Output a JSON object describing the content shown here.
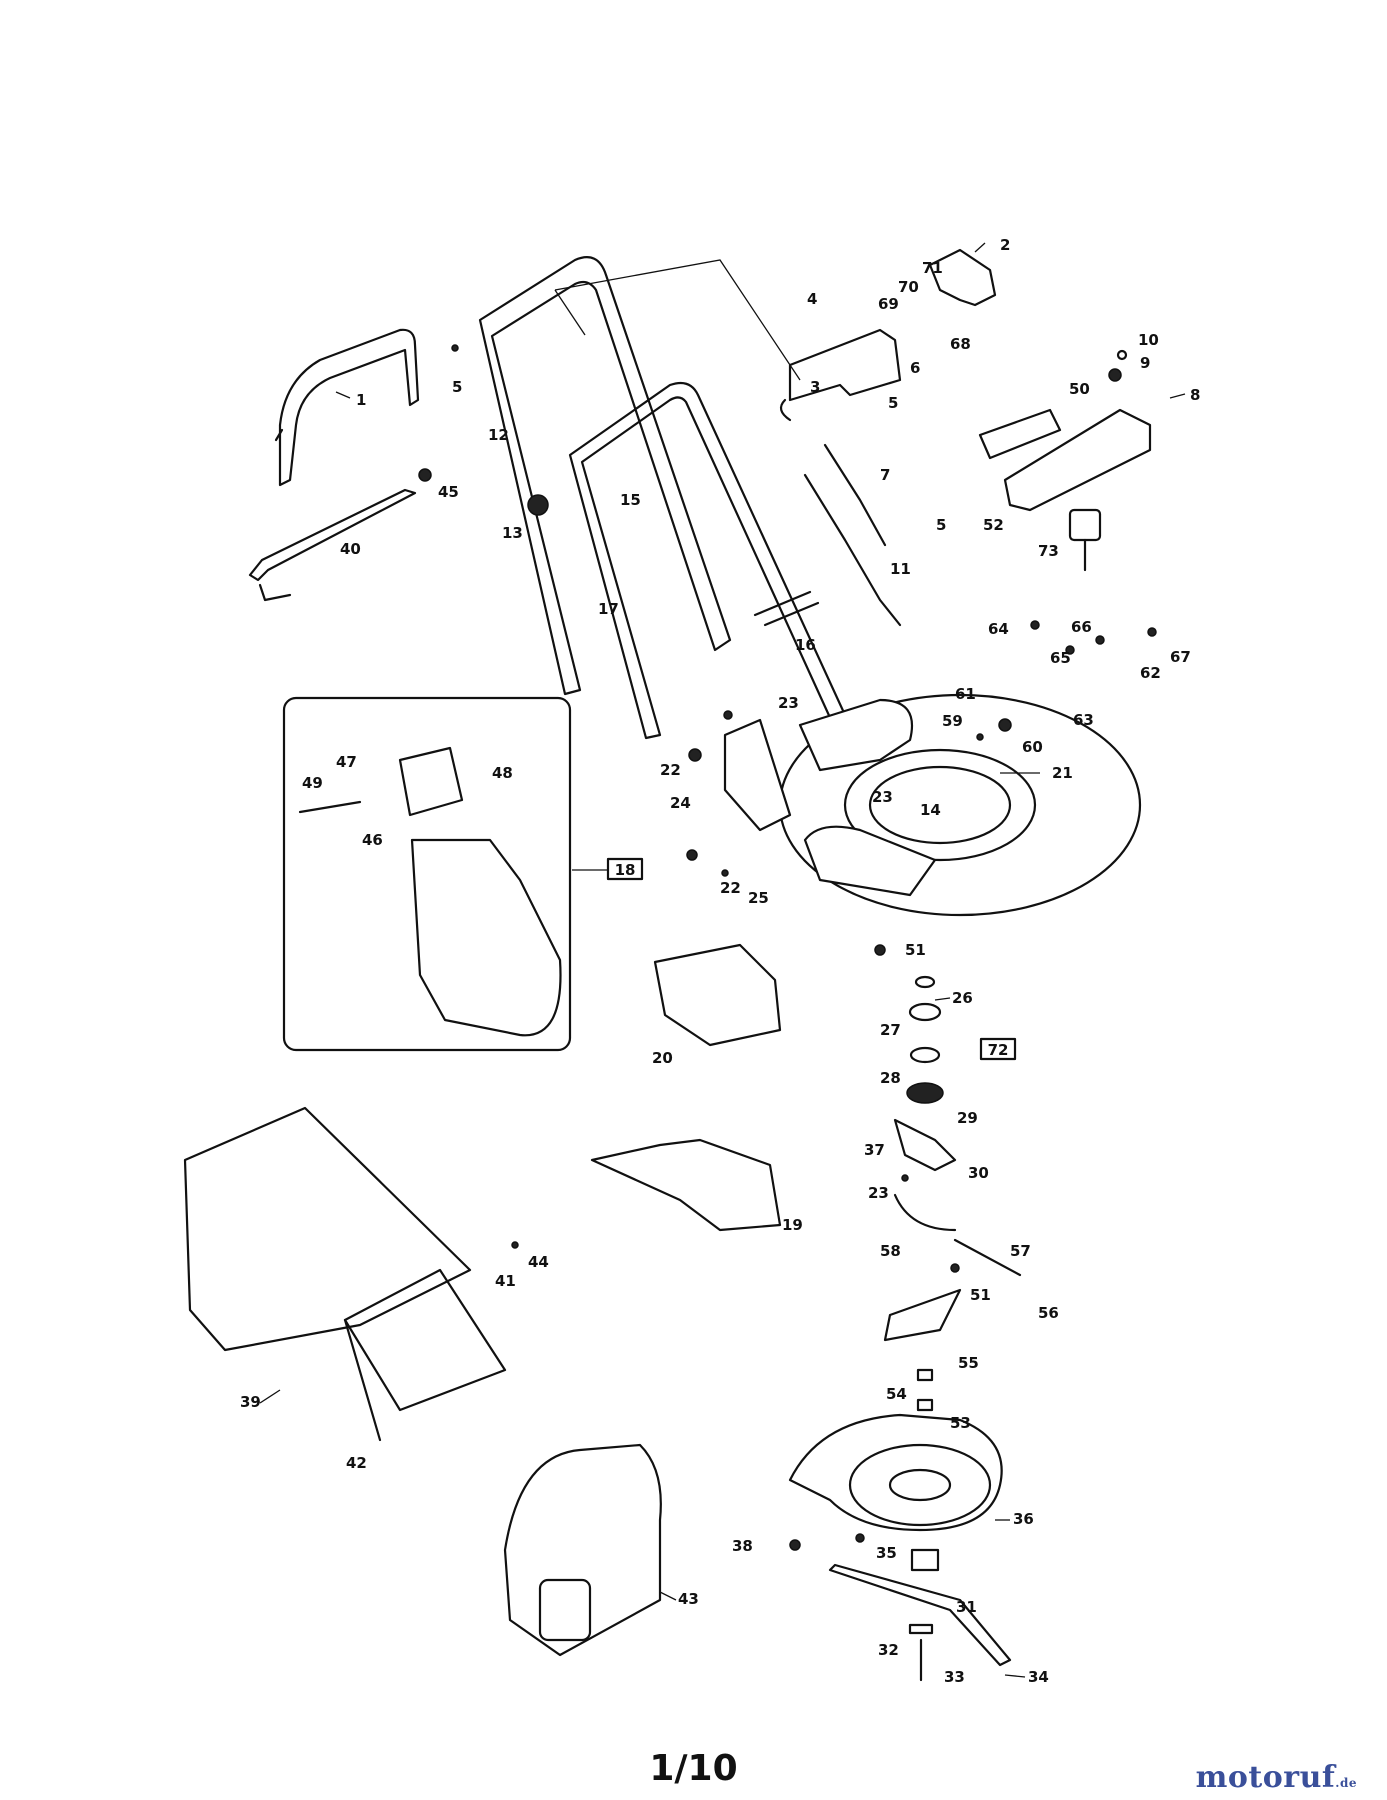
{
  "page_number": "1/10",
  "watermark": {
    "brand": "motoruf",
    "suffix": ".de"
  },
  "boxed_labels": [
    "18",
    "72"
  ],
  "callouts": [
    "1",
    "2",
    "3",
    "4",
    "5",
    "5",
    "5",
    "6",
    "7",
    "8",
    "9",
    "10",
    "11",
    "12",
    "13",
    "14",
    "15",
    "16",
    "17",
    "19",
    "20",
    "21",
    "22",
    "22",
    "23",
    "23",
    "23",
    "24",
    "25",
    "26",
    "27",
    "28",
    "29",
    "30",
    "31",
    "32",
    "33",
    "34",
    "35",
    "36",
    "37",
    "38",
    "39",
    "40",
    "41",
    "42",
    "43",
    "44",
    "45",
    "46",
    "47",
    "48",
    "49",
    "50",
    "51",
    "51",
    "52",
    "53",
    "54",
    "55",
    "56",
    "57",
    "58",
    "59",
    "60",
    "61",
    "62",
    "63",
    "64",
    "65",
    "66",
    "67",
    "68",
    "69",
    "70",
    "71",
    "73"
  ]
}
